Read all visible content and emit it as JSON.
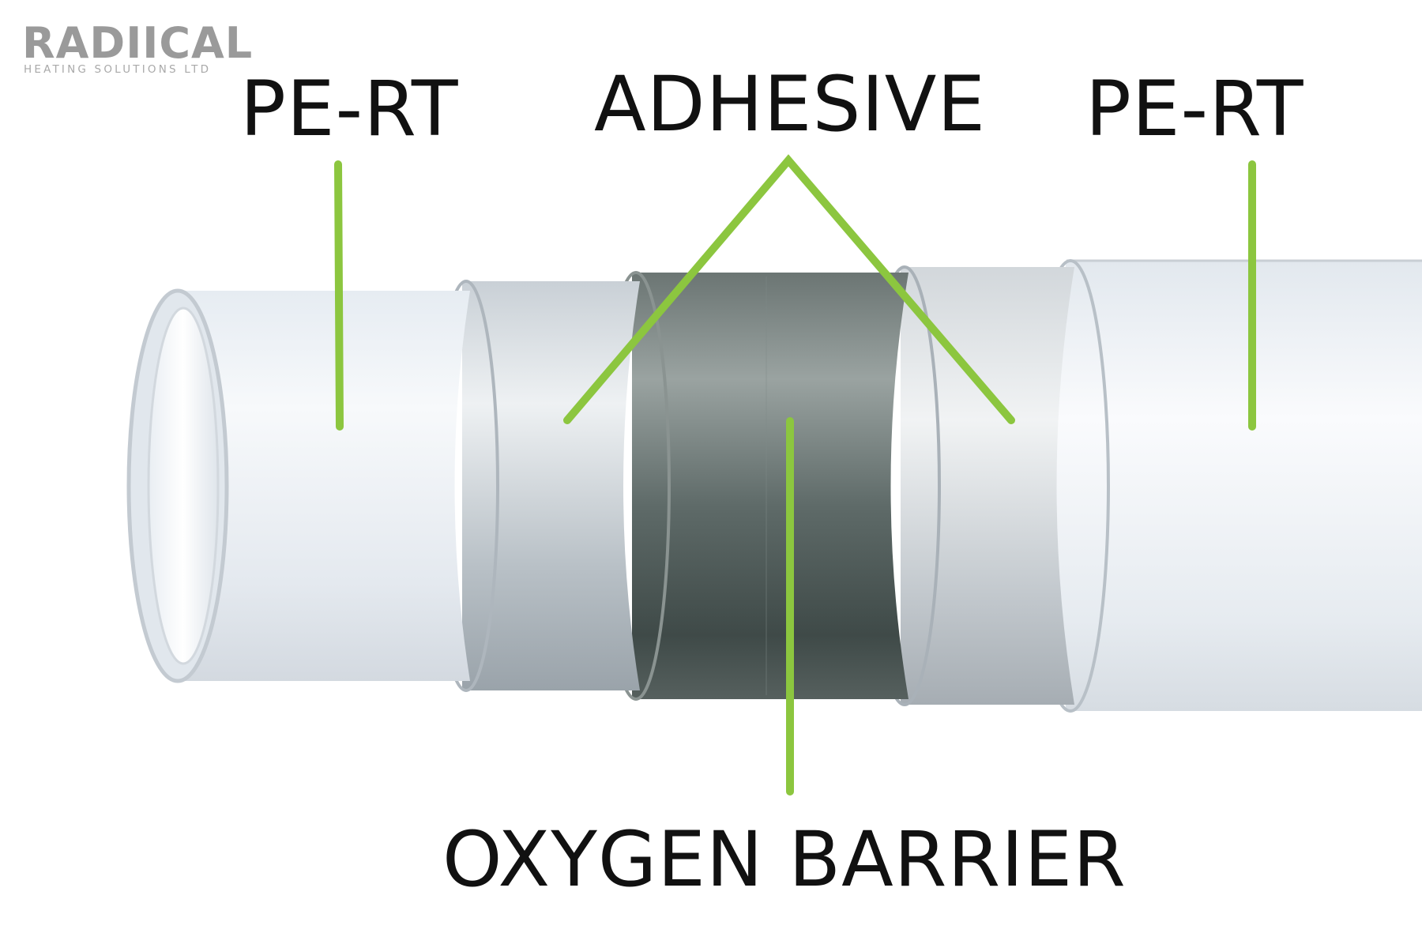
{
  "logo": {
    "word": "RADIICAL",
    "subtitle": "HEATING SOLUTIONS LTD"
  },
  "labels": {
    "pe_rt_inner": "PE-RT",
    "adhesive": "ADHESIVE",
    "pe_rt_outer": "PE-RT",
    "oxygen_barrier": "OXYGEN BARRIER"
  },
  "layers": [
    {
      "name": "PE-RT",
      "position": "innermost"
    },
    {
      "name": "ADHESIVE",
      "position": "second"
    },
    {
      "name": "OXYGEN BARRIER",
      "position": "middle"
    },
    {
      "name": "ADHESIVE",
      "position": "fourth"
    },
    {
      "name": "PE-RT",
      "position": "outermost"
    }
  ],
  "colors": {
    "leader_line": "#8cc63f",
    "pipe_white": "#eef2f6",
    "barrier_metal": "#5a6664",
    "label_text": "#111111",
    "logo_grey": "#9a9a9a"
  }
}
